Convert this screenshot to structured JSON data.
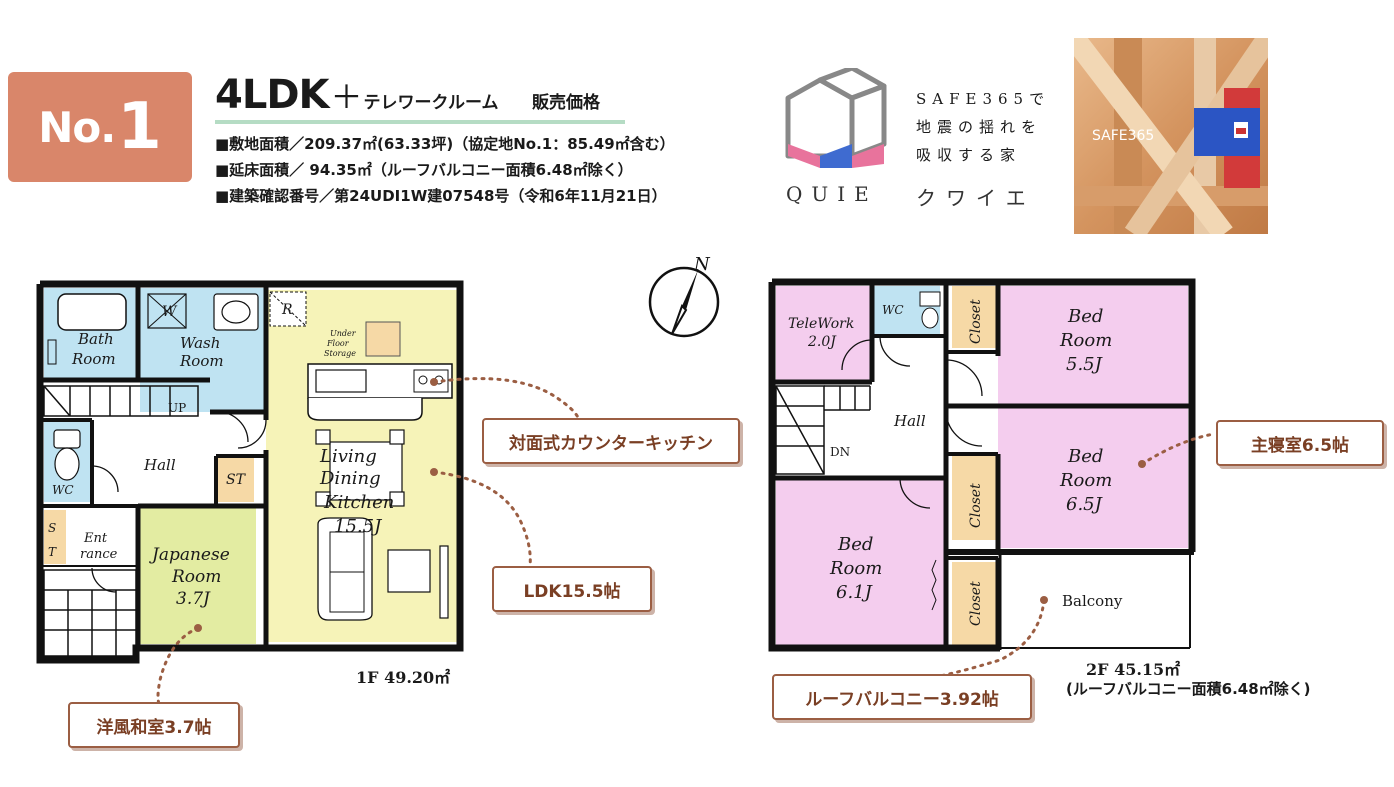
{
  "header": {
    "badge_no": "No.",
    "badge_num": "1",
    "plan_type": "4LDK",
    "plan_plus": "＋",
    "plan_sub": "テレワークルーム",
    "price_label": "販売価格",
    "spec_site": "■敷地面積／209.37㎡(63.33坪)（協定地No.1：85.49㎡含む）",
    "spec_floor": "■延床面積／ 94.35㎡（ルーフバルコニー面積6.48㎡除く）",
    "spec_permit": "■建築確認番号／第24UDI1W建07548号（令和6年11月21日）"
  },
  "brand": {
    "safe_line1": "SAFE365で",
    "safe_line2": "地震の揺れを",
    "safe_line3": "吸収する家",
    "quie_word": "QUIE",
    "quie_kana": "クワイエ",
    "photo_label": "SAFE365"
  },
  "compass": {
    "north": "N"
  },
  "floor1": {
    "bath": [
      "Bath",
      "Room"
    ],
    "wash": [
      "Wash",
      "Room"
    ],
    "w_mark": "W",
    "r_mark": "R",
    "under_floor": [
      "Under",
      "Floor",
      "Storage"
    ],
    "up": "UP",
    "hall": "Hall",
    "wc": "WC",
    "st": "ST",
    "s": "S",
    "t": "T",
    "entrance": [
      "Ent",
      "rance"
    ],
    "japanese": [
      "Japanese",
      "Room",
      "3.7J"
    ],
    "ldk": [
      "Living",
      "Dining",
      "Kitchen",
      "15.5J"
    ],
    "area": "1F 49.20㎡"
  },
  "floor2": {
    "telework": [
      "TeleWork",
      "2.0J"
    ],
    "wc": "WC",
    "closet": "Closet",
    "hall": "Hall",
    "dn": "DN",
    "bed_a": [
      "Bed",
      "Room",
      "5.5J"
    ],
    "bed_b": [
      "Bed",
      "Room",
      "6.5J"
    ],
    "bed_c": [
      "Bed",
      "Room",
      "6.1J"
    ],
    "balcony": "Balcony",
    "area": "2F 45.15㎡",
    "area_note": "(ルーフバルコニー面積6.48㎡除く)"
  },
  "callouts": {
    "counter_kitchen": "対面式カウンターキッチン",
    "ldk": "LDK15.5帖",
    "japanese": "洋風和室3.7帖",
    "master": "主寝室6.5帖",
    "roof_balcony": "ルーフバルコニー3.92帖"
  },
  "colors": {
    "wet_area": "#bfe3f2",
    "ldk": "#f6f3b8",
    "japanese": "#e3eca2",
    "storage": "#f6d9a6",
    "bedroom": "#f4cdee",
    "badge": "#d9866a",
    "callout_border": "#9b5e43"
  }
}
